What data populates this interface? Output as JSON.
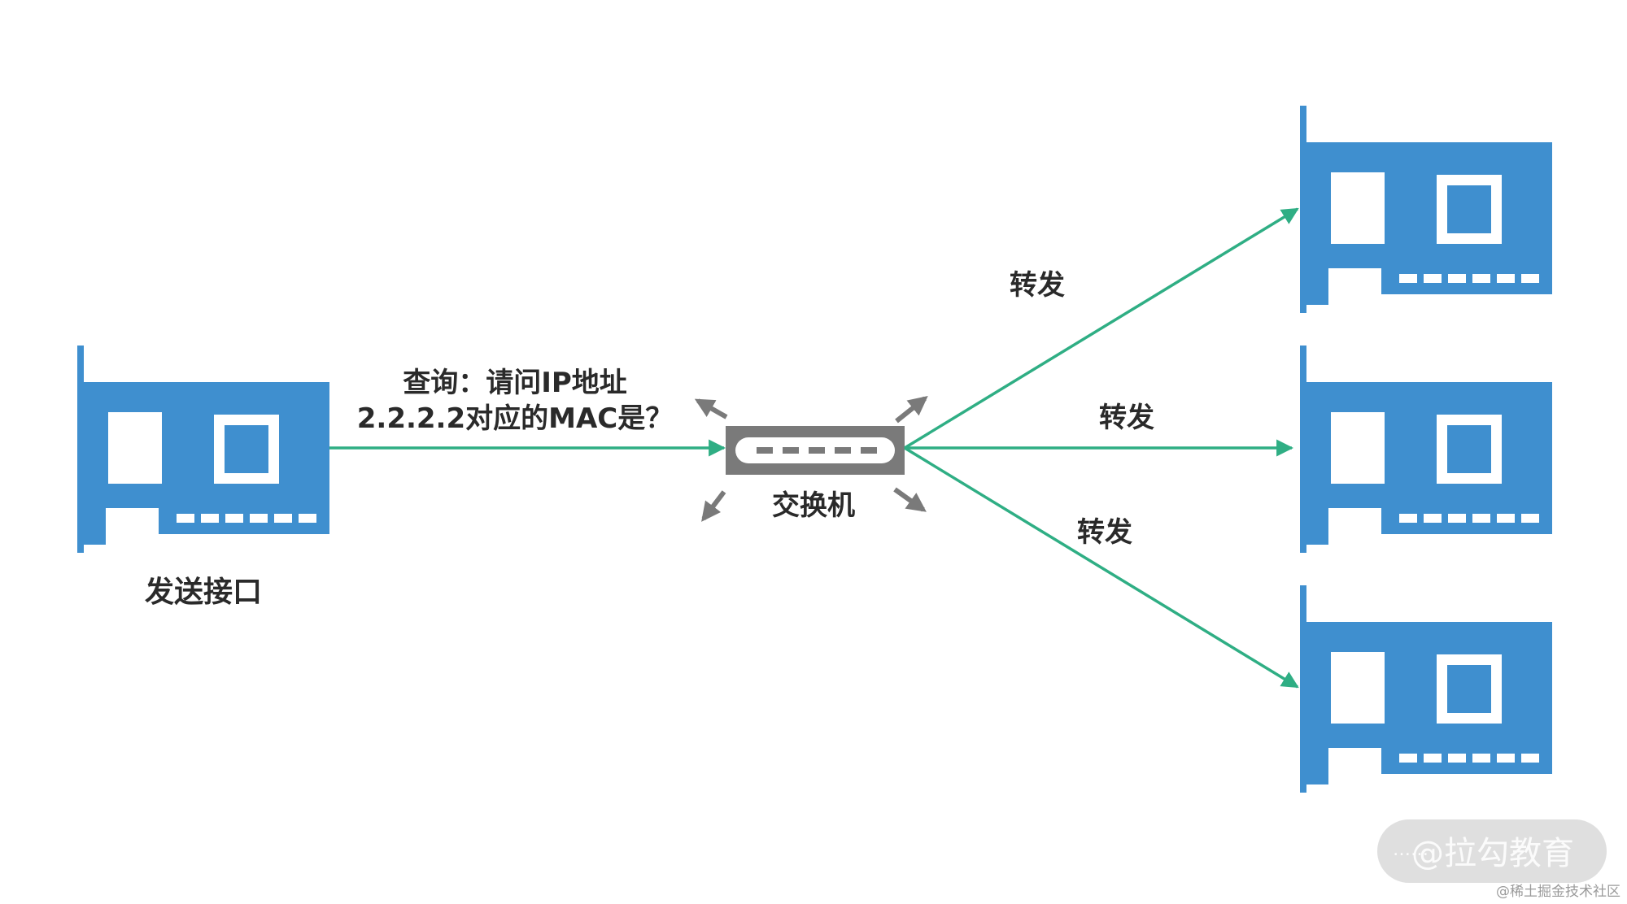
{
  "diagram": {
    "sender_label": "发送接口",
    "query_line1": "查询：请问IP地址",
    "query_line2": "2.2.2.2对应的MAC是？",
    "switch_label": "交换机",
    "forward_top": "转发",
    "forward_middle": "转发",
    "forward_bottom": "转发"
  },
  "watermark": {
    "badge_text": "@拉勾教育",
    "badge_prefix": "……",
    "footer_text": "@稀土掘金技术社区"
  },
  "colors": {
    "nic_blue": "#3f8fcf",
    "line_green": "#2fae84",
    "switch_gray": "#7a7a7a",
    "text": "#2a2a2a"
  },
  "icons": {
    "nic": "network-card-icon",
    "switch": "switch-icon",
    "broadcast": "broadcast-arrow-icon"
  }
}
